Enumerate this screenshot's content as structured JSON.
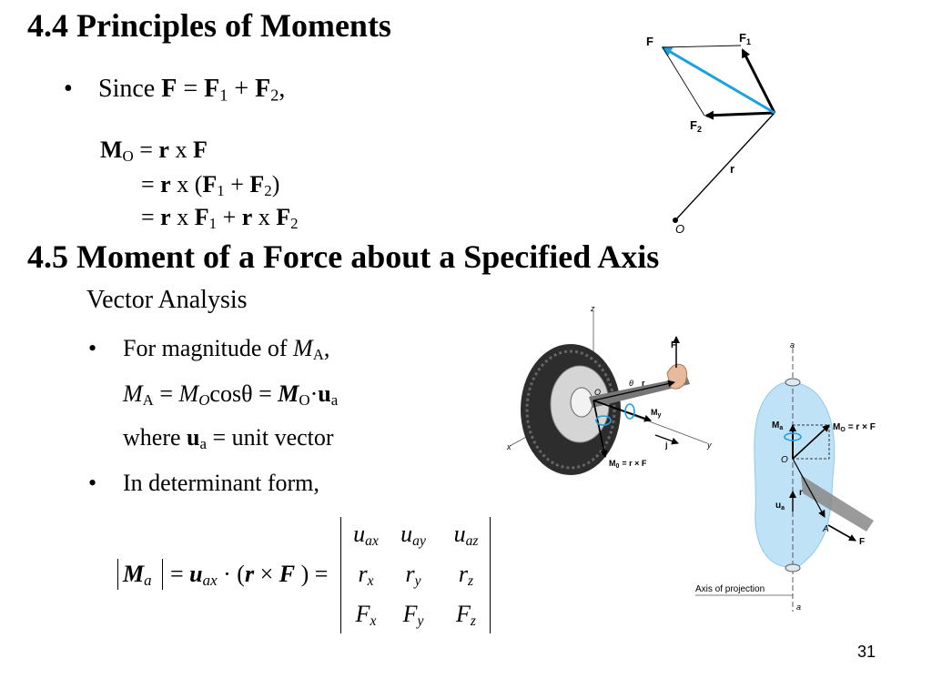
{
  "section44": {
    "title": "4.4 Principles of Moments",
    "bullet": "•",
    "since_word": "Since",
    "F": "F",
    "eq": "=",
    "plus": "+",
    "sub1": "1",
    "sub2": "2",
    "comma": ",",
    "M": "M",
    "subO": "O",
    "r": "r",
    "x": "x",
    "lparen": "(",
    "rparen": ")"
  },
  "section45": {
    "title": "4.5 Moment of a Force about a Specified Axis",
    "subtitle": "Vector Analysis",
    "bullet1": "For magnitude of",
    "MA_M": "M",
    "MA_sub": "A",
    "comma": ",",
    "cos": "cos",
    "theta": "θ",
    "dot": "·",
    "u": "u",
    "sub_a": "a",
    "where_word": "where",
    "unit_vector": "unit vector",
    "bullet2": "In determinant form,"
  },
  "determinant": {
    "lhs_M": "M",
    "lhs_sub": "a",
    "eq": "=",
    "u": "u",
    "u_sub": "ax",
    "dot": "·",
    "lparen": "(",
    "r": "r",
    "times": "×",
    "F": "F",
    "rparen": ")",
    "rows": [
      [
        {
          "base": "u",
          "sub": "ax"
        },
        {
          "base": "u",
          "sub": "ay"
        },
        {
          "base": "u",
          "sub": "az"
        }
      ],
      [
        {
          "base": "r",
          "sub": "x"
        },
        {
          "base": "r",
          "sub": "y"
        },
        {
          "base": "r",
          "sub": "z"
        }
      ],
      [
        {
          "base": "F",
          "sub": "x"
        },
        {
          "base": "F",
          "sub": "y"
        },
        {
          "base": "F",
          "sub": "z"
        }
      ]
    ]
  },
  "fig_vectors": {
    "label_F": "F",
    "label_F1": "F",
    "label_F1_sub": "1",
    "label_F2": "F",
    "label_F2_sub": "2",
    "label_r": "r",
    "label_O": "O",
    "blue": "#1ba1e2"
  },
  "fig_wheel": {
    "z": "z",
    "x": "x",
    "y": "y",
    "F": "F",
    "r": "r",
    "theta": "θ",
    "O": "O",
    "My": "M",
    "My_sub": "y",
    "j": "j",
    "M0": "M",
    "M0_sub": "0",
    "M0_rhs": "= r × F"
  },
  "fig_axis": {
    "a_top": "a",
    "a_bottom": "a",
    "Ma": "M",
    "Ma_sub": "a",
    "MO": "M",
    "MO_sub": "O",
    "MO_rhs": "= r × F",
    "O": "O",
    "r": "r",
    "ua": "u",
    "ua_sub": "a",
    "A": "A",
    "F": "F",
    "caption": "Axis of projection",
    "blob_color": "#bfe2f7"
  },
  "page_number": "31"
}
